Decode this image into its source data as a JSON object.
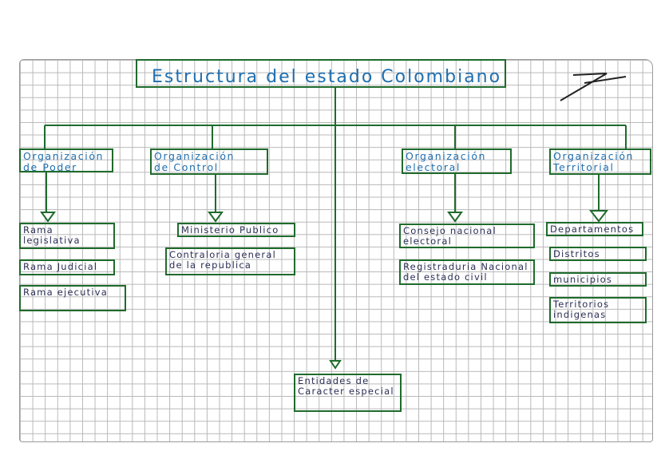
{
  "title": "Estructura del estado Colombiano",
  "colors": {
    "line": "#1f6b2c",
    "heading": "#1f6fb0",
    "text": "#2b2f55",
    "grid": "#b8b8b8"
  },
  "branches": [
    {
      "heading": "Organización\nde Poder",
      "items": [
        "Rama legislativa",
        "Rama Judicial",
        "Rama ejecutiva"
      ]
    },
    {
      "heading": "Organización\nde Control",
      "items": [
        "Ministerio Publico",
        "Contraloria general\nde la republica"
      ]
    },
    {
      "heading": "Organización\nelectoral",
      "items": [
        "Consejo nacional electoral",
        "Registraduria Nacional\ndel estado civil"
      ]
    },
    {
      "heading": "Organización\nTerritorial",
      "items": [
        "Departamentos",
        "Distritos",
        "municipios",
        "Territorios indigenas"
      ]
    }
  ],
  "center": {
    "label": "Entidades de\nCaracter especial"
  }
}
